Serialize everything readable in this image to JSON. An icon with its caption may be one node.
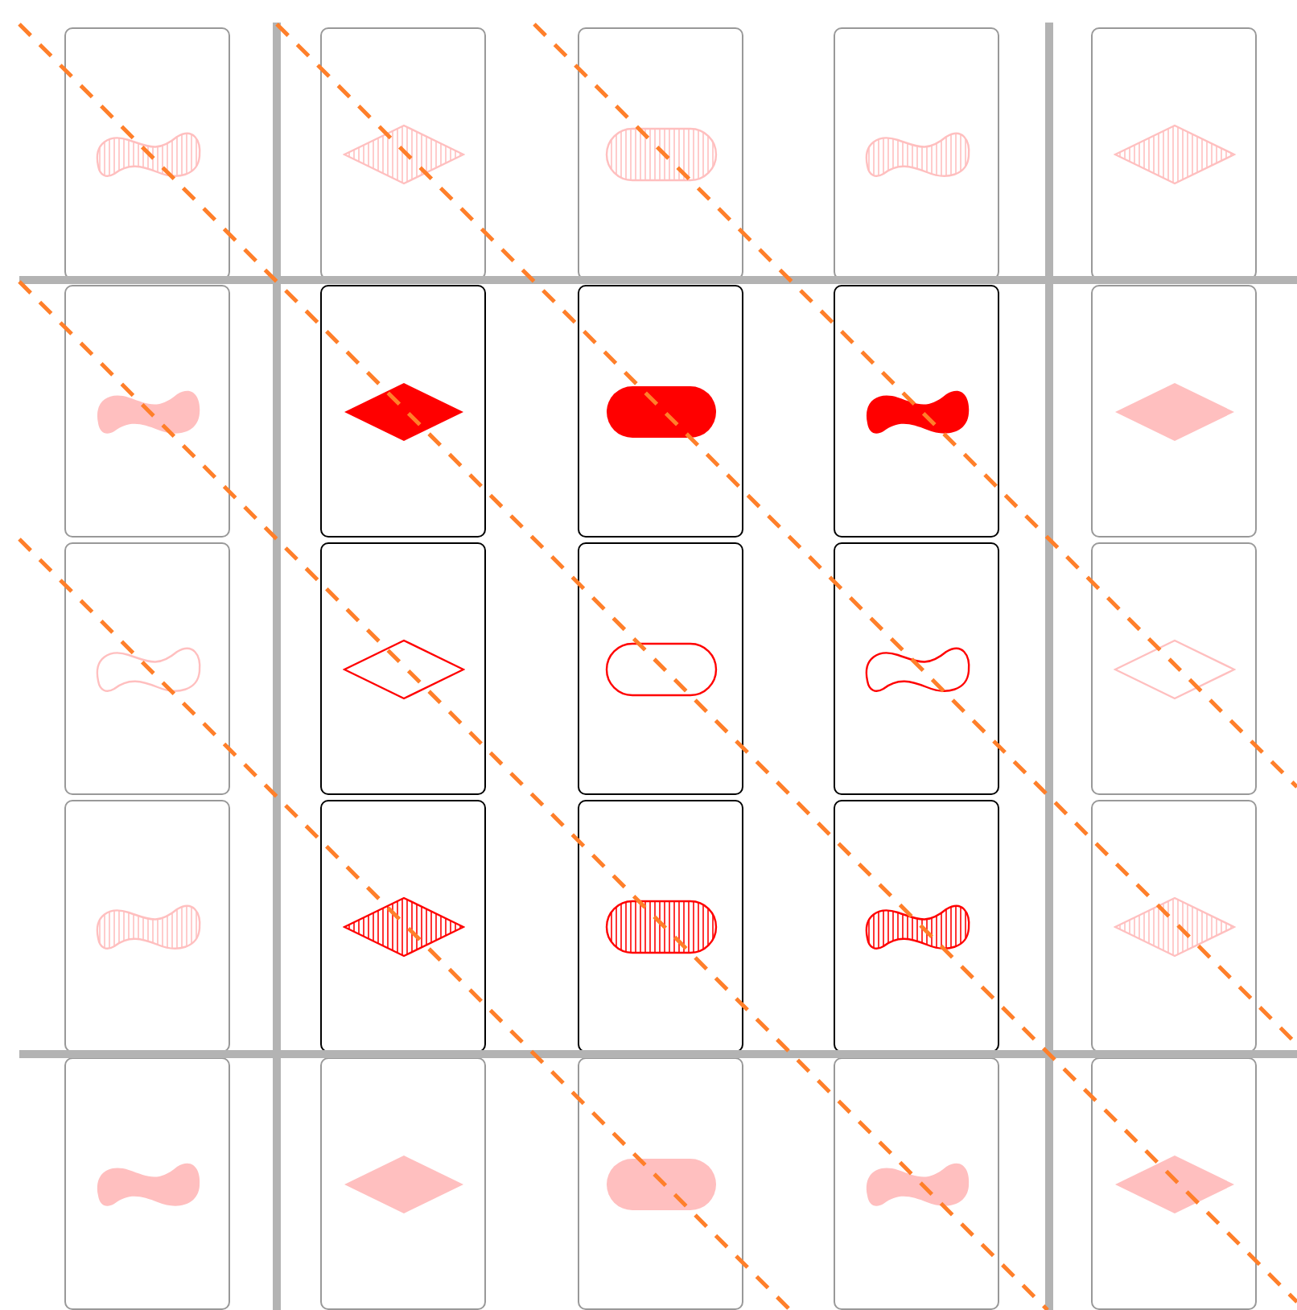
{
  "diagram": {
    "nodes": [
      {
        "text": [],
        "shape": "card"
      },
      {
        "text": [],
        "shape": "card"
      },
      {
        "text": [],
        "shape": "card"
      },
      {
        "text": [],
        "shape": "card"
      },
      {
        "text": [],
        "shape": "card"
      },
      {
        "text": [],
        "shape": "card"
      },
      {
        "text": [],
        "shape": "card"
      },
      {
        "text": [],
        "shape": "card"
      },
      {
        "text": [],
        "shape": "card"
      },
      {
        "text": [],
        "shape": "card"
      },
      {
        "text": [],
        "shape": "card"
      },
      {
        "text": [],
        "shape": "card"
      },
      {
        "text": [],
        "shape": "card"
      },
      {
        "text": [],
        "shape": "card"
      },
      {
        "text": [],
        "shape": "card"
      },
      {
        "text": [],
        "shape": "card"
      },
      {
        "text": [],
        "shape": "card"
      },
      {
        "text": [],
        "shape": "card"
      },
      {
        "text": [],
        "shape": "card"
      },
      {
        "text": [],
        "shape": "card"
      },
      {
        "text": [],
        "shape": "card"
      },
      {
        "text": [],
        "shape": "card"
      },
      {
        "text": [],
        "shape": "card"
      },
      {
        "text": [],
        "shape": "card"
      },
      {
        "text": [],
        "shape": "card"
      }
    ]
  }
}
